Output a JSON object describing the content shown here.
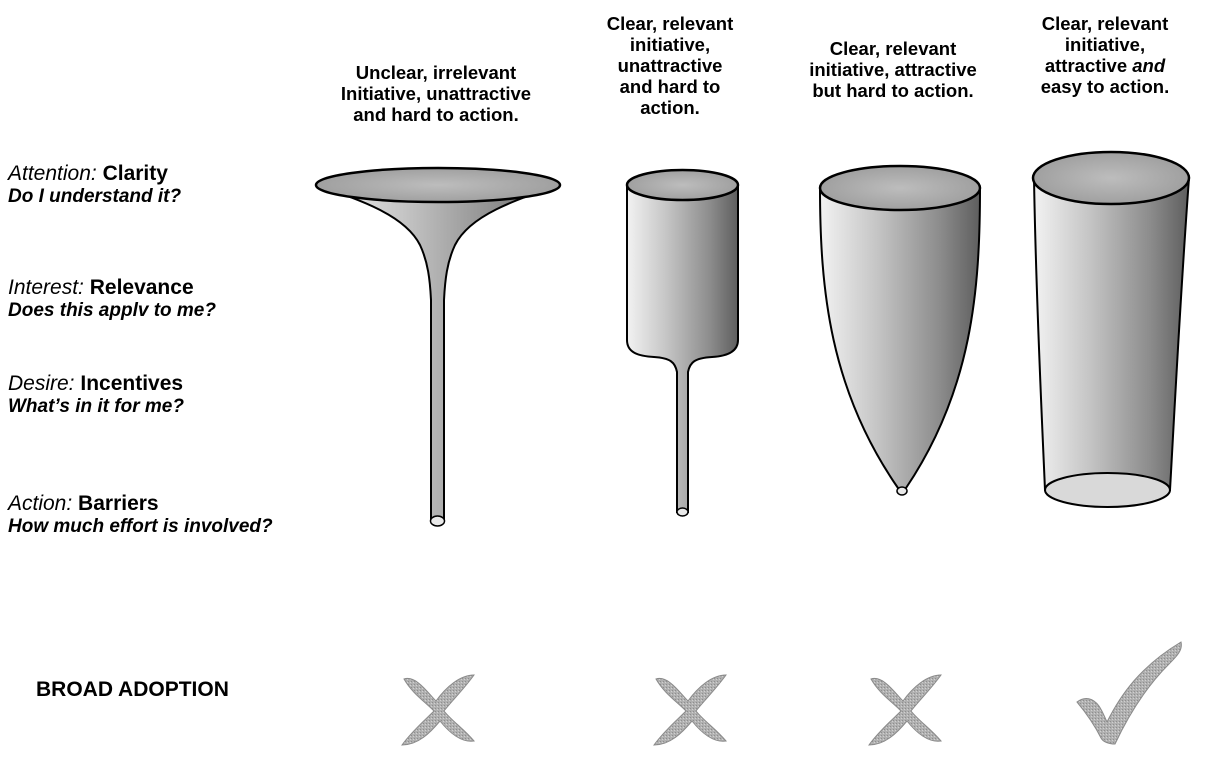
{
  "columns": [
    {
      "id": "c1",
      "lines": [
        "Unclear, irrelevant",
        "Initiative, unattractive",
        "and hard to action."
      ]
    },
    {
      "id": "c2",
      "lines": [
        "Clear, relevant",
        "initiative,",
        "unattractive",
        "and hard to",
        "action."
      ]
    },
    {
      "id": "c3",
      "lines": [
        "Clear, relevant",
        "initiative, attractive",
        "but hard to action."
      ]
    },
    {
      "id": "c4",
      "lines": [
        "Clear, relevant",
        "initiative,",
        "attractive <i>and</i>",
        "easy to action."
      ]
    }
  ],
  "stages": [
    {
      "prefix": "Attention:",
      "name": "Clarity",
      "question": "Do I understand it?"
    },
    {
      "prefix": "Interest:",
      "name": "Relevance",
      "question": "Does this applv to me?"
    },
    {
      "prefix": "Desire:",
      "name": "Incentives",
      "question": "What’s in it for me?"
    },
    {
      "prefix": "Action:",
      "name": "Barriers",
      "question": "How much effort is involved?"
    }
  ],
  "outcome": {
    "label": "BROAD ADOPTION",
    "results": [
      "cross",
      "cross",
      "cross",
      "check"
    ]
  },
  "colors": {
    "funnel_fill": "#b5b5b5",
    "funnel_shade": "#7a7a7a",
    "mark_fill": "#a8a8a8"
  }
}
